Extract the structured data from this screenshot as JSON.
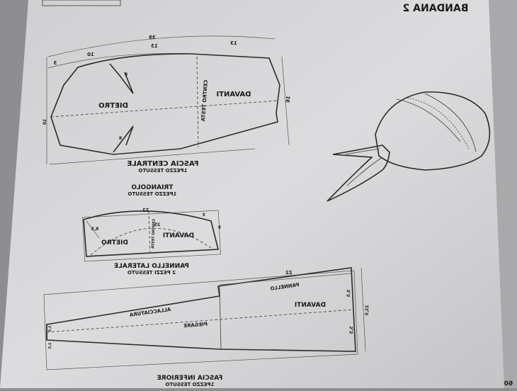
{
  "header": {
    "title": "BANDANA 2",
    "page_number": "60"
  },
  "fascia_centrale": {
    "title": "FASCIA CENTRALE",
    "subtitle": "1PEZZO TESSUTO",
    "label_back": "DIETRO",
    "label_front": "DAVANTI",
    "label_center": "CENTRO TESTA",
    "dims": {
      "total_top": "39",
      "seg_a": "13",
      "seg_b": "13",
      "seg_c": "10",
      "seg_d": "3",
      "small_1": "8",
      "small_2": "8",
      "height": "16",
      "left_height": "10"
    }
  },
  "triangolo": {
    "title": "TRIANGOLO",
    "subtitle": "1PEZZO TESSUTO"
  },
  "pannello_laterale": {
    "title": "PANNELLO LATERALE",
    "subtitle": "2 PEZZI TESSUTO",
    "label_back": "DIETRO",
    "label_front": "DAVANTI",
    "label_center": "CENTRO TESTA",
    "dims": {
      "top": "22",
      "inner": "25",
      "left_diag": "8,5",
      "right_a": "3",
      "right_b": "9"
    }
  },
  "fascia_inferiore": {
    "title": "FASCIA INFERIORE",
    "subtitle": "1PEZZO TESSUTO",
    "label_pannello": "PANNELLO",
    "label_allacciatura": "ALLACCIATURA",
    "label_davanti": "DAVANTI",
    "label_piegare": "PIEGARE",
    "dims": {
      "top": "22",
      "right_a": "5,5",
      "right_b": "5,5",
      "right_total": "22,5",
      "left_a": "2,5",
      "left_b": "2,5"
    }
  }
}
